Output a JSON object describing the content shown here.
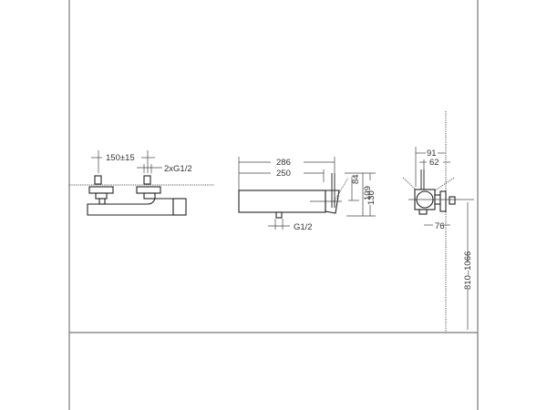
{
  "drawing": {
    "subject": "Wall-mounted thermostatic shower mixer",
    "views": {
      "front": {
        "dimensions": {
          "spacing": "150±15",
          "connections": "2xG1/2"
        }
      },
      "top": {
        "dimensions": {
          "overall_length": "286",
          "body_length": "250",
          "outlet": "G1/2",
          "h1": "84",
          "h2": "109",
          "h3": "130"
        }
      },
      "side": {
        "dimensions": {
          "depth1": "91",
          "depth2": "62",
          "projection": "76",
          "height_range": "810–1066"
        }
      }
    },
    "colors": {
      "line": "#333333",
      "frame": "#777777",
      "background": "#ffffff"
    }
  }
}
